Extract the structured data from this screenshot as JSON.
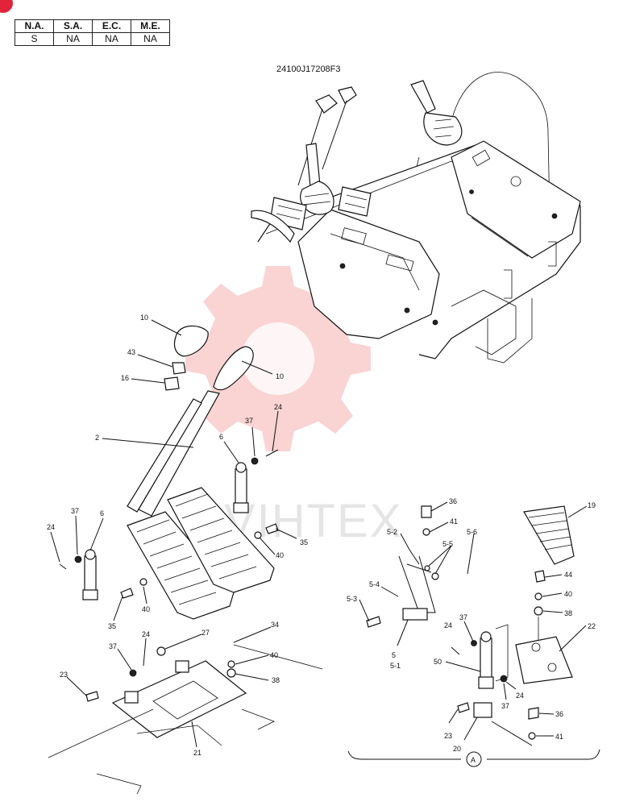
{
  "badge_color": "#e2233a",
  "markets": {
    "headers": [
      "N.A.",
      "S.A.",
      "E.C.",
      "M.E."
    ],
    "values": [
      "S",
      "NA",
      "NA",
      "NA"
    ]
  },
  "drawing_code": "24100J17208F3",
  "watermark": {
    "text": "VIHTEX",
    "color": "#f08080"
  },
  "callouts": {
    "c10a": "10",
    "c43": "43",
    "c16": "16",
    "c10b": "10",
    "c24a": "24",
    "c37a": "37",
    "c2": "2",
    "c6a": "6",
    "c6b": "6",
    "c37b": "37",
    "c24b": "24",
    "c35a": "35",
    "c40a": "40",
    "c40b": "40",
    "c35b": "35",
    "c24c": "24",
    "c27": "27",
    "c34": "34",
    "c37c": "37",
    "c40c": "40",
    "c38a": "38",
    "c23a": "23",
    "c21": "21",
    "c36a": "36",
    "c41a": "41",
    "c52": "5-2",
    "c56": "5-6",
    "c55": "5-5",
    "c54": "5-4",
    "c53": "5-3",
    "c5": "5",
    "c51": "5-1",
    "c19": "19",
    "c44": "44",
    "c40d": "40",
    "c38b": "38",
    "c22": "22",
    "c24d": "24",
    "c37d": "37",
    "c50": "50",
    "c24e": "24",
    "c37e": "37",
    "c23b": "23",
    "c36b": "36",
    "c41b": "41",
    "c20": "20"
  },
  "detail_label": "A"
}
